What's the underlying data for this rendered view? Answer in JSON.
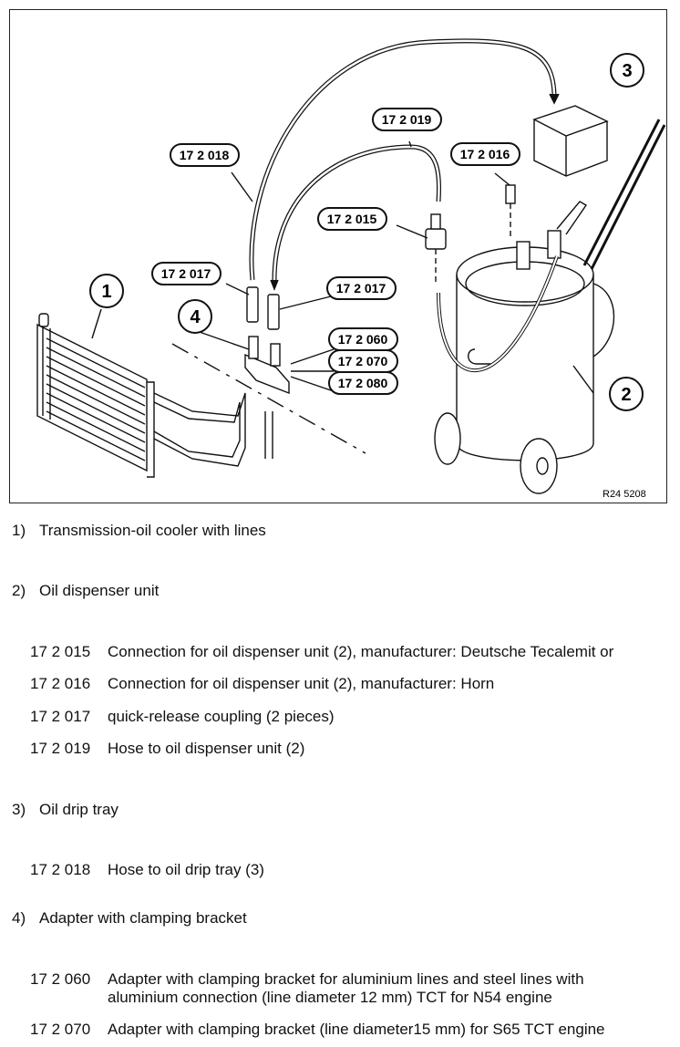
{
  "figure": {
    "reference": "R24 5208",
    "callouts": [
      "17 2 018",
      "17 2 019",
      "17 2 016",
      "17 2 015",
      "17 2 017",
      "17 2 017",
      "17 2 060",
      "17 2 070",
      "17 2 080"
    ],
    "numbers": [
      "1",
      "2",
      "3",
      "4"
    ]
  },
  "legend": {
    "items": [
      {
        "num": "1)",
        "label": "Transmission-oil cooler with lines",
        "tools": []
      },
      {
        "num": "2)",
        "label": "Oil dispenser unit",
        "tools": [
          {
            "code": "17 2 015",
            "desc": "Connection for oil dispenser unit (2), manufacturer: Deutsche Tecalemit or"
          },
          {
            "code": "17 2 016",
            "desc": "Connection for oil dispenser unit (2), manufacturer: Horn"
          },
          {
            "code": "17 2 017",
            "desc": "quick-release coupling (2 pieces)"
          },
          {
            "code": "17 2 019",
            "desc": "Hose to oil dispenser unit (2)"
          }
        ]
      },
      {
        "num": "3)",
        "label": "Oil drip tray",
        "tools": [
          {
            "code": "17 2 018",
            "desc": "Hose to oil drip tray (3)"
          }
        ]
      },
      {
        "num": "4)",
        "label": "Adapter with clamping bracket",
        "tools": [
          {
            "code": "17 2 060",
            "desc": "Adapter with clamping bracket for aluminium lines and steel lines with",
            "desc2": "aluminium connection (line diameter 12 mm) TCT for N54 engine"
          },
          {
            "code": "17 2 070",
            "desc": "Adapter with clamping bracket (line diameter15 mm) for S65 TCT engine"
          }
        ]
      }
    ]
  }
}
